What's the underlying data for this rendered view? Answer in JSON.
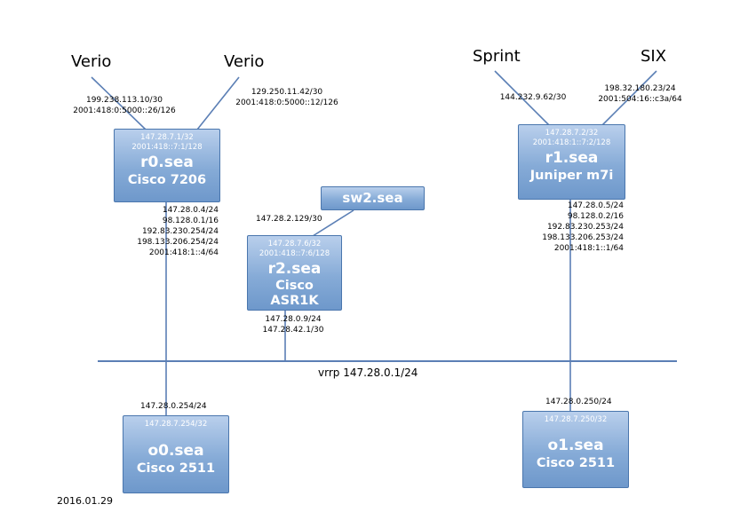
{
  "diagram": {
    "date": "2016.01.29",
    "vrrp_label": "vrrp 147.28.0.1/24"
  },
  "colors": {
    "link": "#5b7fb5",
    "node_border": "#4a76ad",
    "node_fill_top": "#b9cfec",
    "node_fill_bottom": "#6e98cb",
    "node_text": "#ffffff",
    "label_text": "#000000"
  },
  "uplinks": {
    "verio1": {
      "label": "Verio",
      "ip4": "199.238.113.10/30",
      "ip6": "2001:418:0:5000::26/126"
    },
    "verio2": {
      "label": "Verio",
      "ip4": "129.250.11.42/30",
      "ip6": "2001:418:0:5000::12/126"
    },
    "sprint": {
      "label": "Sprint",
      "ip4": "144.232.9.62/30"
    },
    "six": {
      "label": "SIX",
      "ip4": "198.32.180.23/24",
      "ip6": "2001:504:16::c3a/64"
    }
  },
  "r0": {
    "lo4": "147.28.7.1/32",
    "lo6": "2001:418::7:1/128",
    "name": "r0.sea",
    "model": "Cisco 7206",
    "if1": "147.28.0.4/24",
    "if2": "98.128.0.1/16",
    "if3": "192.83.230.254/24",
    "if4": "198.133.206.254/24",
    "if5": "2001:418:1::4/64"
  },
  "r1": {
    "lo4": "147.28.7.2/32",
    "lo6": "2001:418:1::7:2/128",
    "name": "r1.sea",
    "model": "Juniper m7i",
    "if1": "147.28.0.5/24",
    "if2": "98.128.0.2/16",
    "if3": "192.83.230.253/24",
    "if4": "198.133.206.253/24",
    "if5": "2001:418:1::1/64"
  },
  "sw2": {
    "name": "sw2.sea"
  },
  "r2": {
    "uplink": "147.28.2.129/30",
    "lo4": "147.28.7.6/32",
    "lo6": "2001:418::7:6/128",
    "name": "r2.sea",
    "model1": "Cisco",
    "model2": "ASR1K",
    "if1": "147.28.0.9/24",
    "if2": "147.28.42.1/30"
  },
  "o0": {
    "lan": "147.28.0.254/24",
    "lo4": "147.28.7.254/32",
    "name": "o0.sea",
    "model": "Cisco 2511"
  },
  "o1": {
    "lan": "147.28.0.250/24",
    "lo4": "147.28.7.250/32",
    "name": "o1.sea",
    "model": "Cisco 2511"
  }
}
